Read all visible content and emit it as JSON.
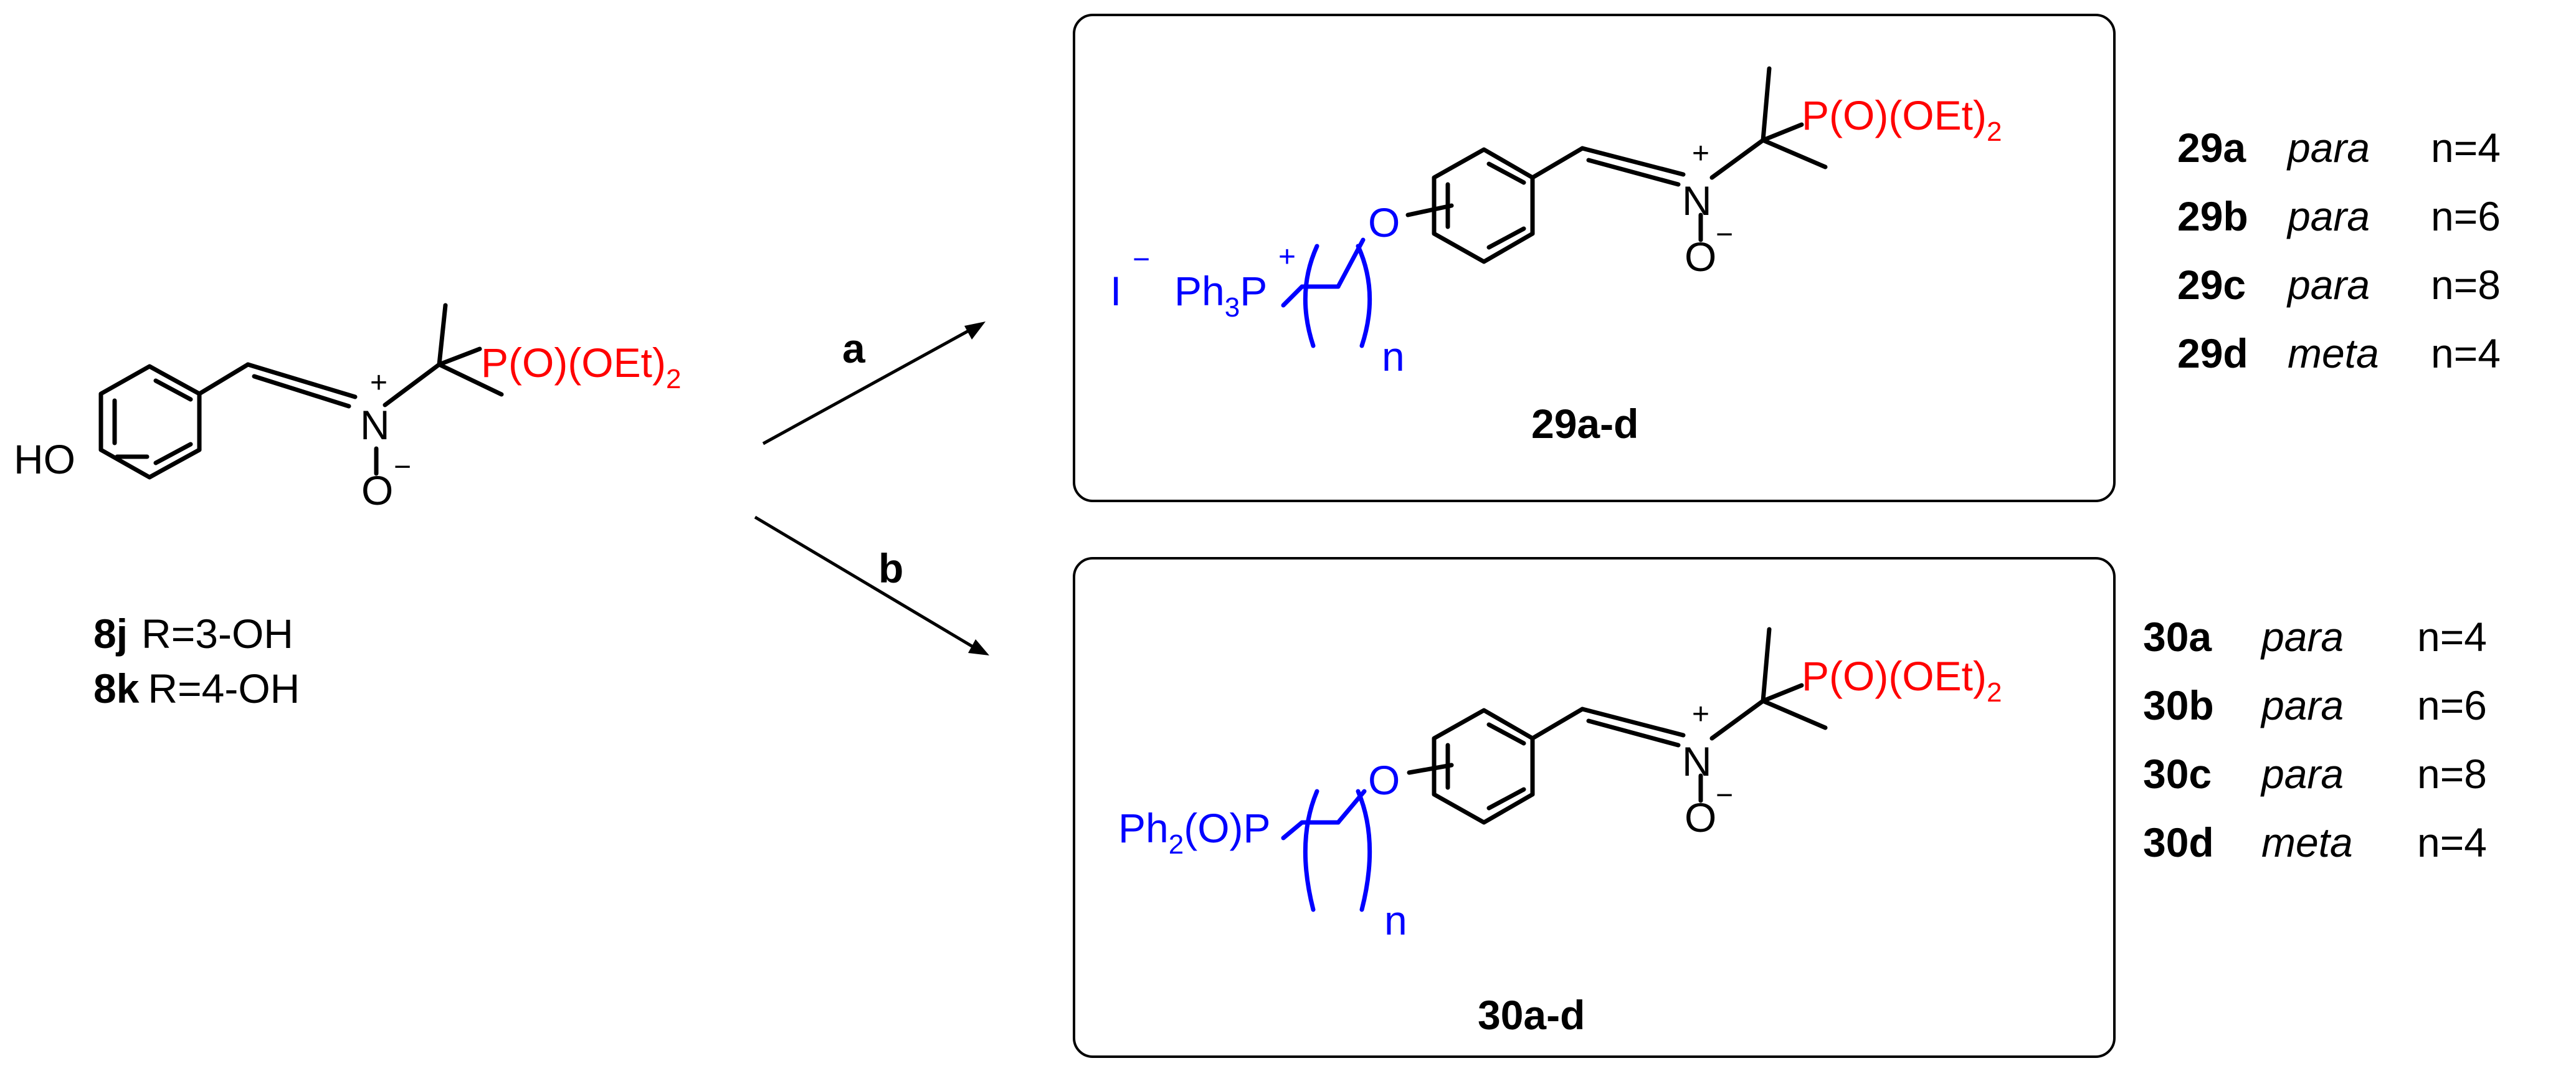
{
  "starting_material": {
    "hydroxy": "HO",
    "nitrone_n": "N",
    "nitrone_n_charge": "+",
    "nitrone_o": "O",
    "nitrone_o_charge": "−",
    "phosphonate_a": "P(O)(OEt)",
    "phosphonate_sub": "2",
    "compounds": [
      {
        "id": "8j",
        "r": "R=3-OH"
      },
      {
        "id": "8k",
        "r": "R=4-OH"
      }
    ]
  },
  "arrows": {
    "a": {
      "label": "a"
    },
    "b": {
      "label": "b"
    }
  },
  "product_29": {
    "counterion": "I",
    "counterion_charge": "−",
    "ph": "Ph",
    "ph_sub": "3",
    "p": "P",
    "p_charge": "+",
    "ether_o": "O",
    "n_index": "n",
    "nitrone_n": "N",
    "nitrone_n_charge": "+",
    "nitrone_o": "O",
    "nitrone_o_charge": "−",
    "phosphonate_a": "P(O)(OEt)",
    "phosphonate_sub": "2",
    "label": "29a-d",
    "variants": [
      {
        "id": "29a",
        "pos": "para",
        "n": "n=4"
      },
      {
        "id": "29b",
        "pos": "para",
        "n": "n=6"
      },
      {
        "id": "29c",
        "pos": "para",
        "n": "n=8"
      },
      {
        "id": "29d",
        "pos": "meta",
        "n": "n=4"
      }
    ]
  },
  "product_30": {
    "ph": "Ph",
    "ph_sub": "2",
    "po": "(O)P",
    "ether_o": "O",
    "n_index": "n",
    "nitrone_n": "N",
    "nitrone_n_charge": "+",
    "nitrone_o": "O",
    "nitrone_o_charge": "−",
    "phosphonate_a": "P(O)(OEt)",
    "phosphonate_sub": "2",
    "label": "30a-d",
    "variants": [
      {
        "id": "30a",
        "pos": "para",
        "n": "n=4"
      },
      {
        "id": "30b",
        "pos": "para",
        "n": "n=6"
      },
      {
        "id": "30c",
        "pos": "para",
        "n": "n=8"
      },
      {
        "id": "30d",
        "pos": "meta",
        "n": "n=4"
      }
    ]
  }
}
